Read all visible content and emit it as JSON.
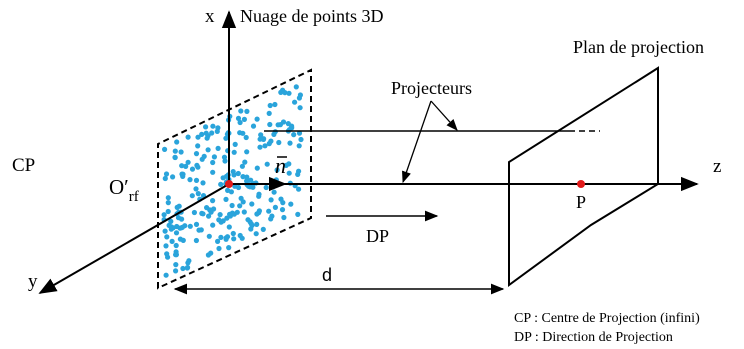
{
  "labels": {
    "axis_x": "x",
    "axis_y": "y",
    "axis_z": "z",
    "point_cloud": "Nuage de points 3D",
    "projection_plane": "Plan de projection",
    "projectors": "Projecteurs",
    "cp": "CP",
    "origin_main": "O′",
    "origin_sub": "rf",
    "normal": "n",
    "dp": "DP",
    "point_p": "P",
    "distance": "d"
  },
  "legend": [
    "CP : Centre de Projection (infini)",
    "DP : Direction de Projection"
  ],
  "colors": {
    "points": "#2aa4db",
    "red_dot": "#e11a1a",
    "stroke": "#000000"
  }
}
